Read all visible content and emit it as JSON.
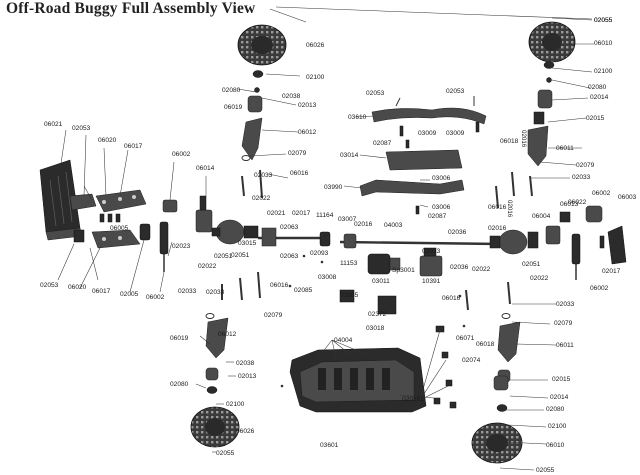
{
  "title": "Off-Road Buggy Full Assembly View",
  "colors": {
    "part": "#4a4a4a",
    "part_dark": "#2b2b2b",
    "line": "#333333",
    "background": "#ffffff"
  },
  "labels": [
    {
      "text": "02055"
    },
    {
      "text": "06026"
    },
    {
      "text": "02100"
    },
    {
      "text": "02080"
    },
    {
      "text": "02038"
    },
    {
      "text": "02013"
    },
    {
      "text": "06019"
    },
    {
      "text": "06012"
    },
    {
      "text": "02079"
    },
    {
      "text": "02033"
    },
    {
      "text": "06016"
    },
    {
      "text": "02022"
    },
    {
      "text": "02021"
    },
    {
      "text": "02017"
    },
    {
      "text": "11164"
    },
    {
      "text": "03007"
    },
    {
      "text": "02016"
    },
    {
      "text": "04003"
    },
    {
      "text": "02036"
    },
    {
      "text": "02016"
    },
    {
      "text": "02063"
    },
    {
      "text": "03015"
    },
    {
      "text": "02051"
    },
    {
      "text": "02063"
    },
    {
      "text": "02093"
    },
    {
      "text": "11153"
    },
    {
      "text": "03011"
    },
    {
      "text": "Sp3001"
    },
    {
      "text": "03013"
    },
    {
      "text": "02036"
    },
    {
      "text": "10391"
    },
    {
      "text": "02022"
    },
    {
      "text": "03008"
    },
    {
      "text": "02085"
    },
    {
      "text": "02085"
    },
    {
      "text": "02372"
    },
    {
      "text": "03018"
    },
    {
      "text": "06016"
    },
    {
      "text": "02033"
    },
    {
      "text": "02079"
    },
    {
      "text": "06021"
    },
    {
      "text": "02053"
    },
    {
      "text": "06020"
    },
    {
      "text": "06017"
    },
    {
      "text": "06005"
    },
    {
      "text": "06002"
    },
    {
      "text": "06014"
    },
    {
      "text": "02023"
    },
    {
      "text": "02005"
    },
    {
      "text": "06002"
    },
    {
      "text": "02053"
    },
    {
      "text": "06020"
    },
    {
      "text": "06017"
    },
    {
      "text": "02033"
    },
    {
      "text": "02022"
    },
    {
      "text": "02051"
    },
    {
      "text": "02053"
    },
    {
      "text": "02053"
    },
    {
      "text": "03610"
    },
    {
      "text": "03009"
    },
    {
      "text": "03009"
    },
    {
      "text": "02087"
    },
    {
      "text": "03014"
    },
    {
      "text": "03990"
    },
    {
      "text": "03006"
    },
    {
      "text": "03006"
    },
    {
      "text": "02087"
    },
    {
      "text": "02055"
    },
    {
      "text": "06010"
    },
    {
      "text": "02100"
    },
    {
      "text": "02080"
    },
    {
      "text": "02014"
    },
    {
      "text": "02015"
    },
    {
      "text": "06018"
    },
    {
      "text": "06011"
    },
    {
      "text": "02079"
    },
    {
      "text": "02033"
    },
    {
      "text": "06016"
    },
    {
      "text": "06022"
    },
    {
      "text": "06004"
    },
    {
      "text": "06013"
    },
    {
      "text": "06002"
    },
    {
      "text": "06003"
    },
    {
      "text": "02051"
    },
    {
      "text": "02022"
    },
    {
      "text": "02017"
    },
    {
      "text": "06002"
    },
    {
      "text": "02033"
    },
    {
      "text": "02079"
    },
    {
      "text": "06011"
    },
    {
      "text": "06018"
    },
    {
      "text": "06071"
    },
    {
      "text": "02074"
    },
    {
      "text": "02015"
    },
    {
      "text": "02014"
    },
    {
      "text": "02080"
    },
    {
      "text": "02100"
    },
    {
      "text": "06010"
    },
    {
      "text": "02055"
    },
    {
      "text": "06019"
    },
    {
      "text": "06012"
    },
    {
      "text": "02038"
    },
    {
      "text": "02013"
    },
    {
      "text": "02080"
    },
    {
      "text": "02100"
    },
    {
      "text": "06026"
    },
    {
      "text": "02055"
    },
    {
      "text": "04004"
    },
    {
      "text": "03601"
    },
    {
      "text": "02025E"
    },
    {
      "text": "06016"
    },
    {
      "text": "02016"
    },
    {
      "text": "02016"
    }
  ]
}
